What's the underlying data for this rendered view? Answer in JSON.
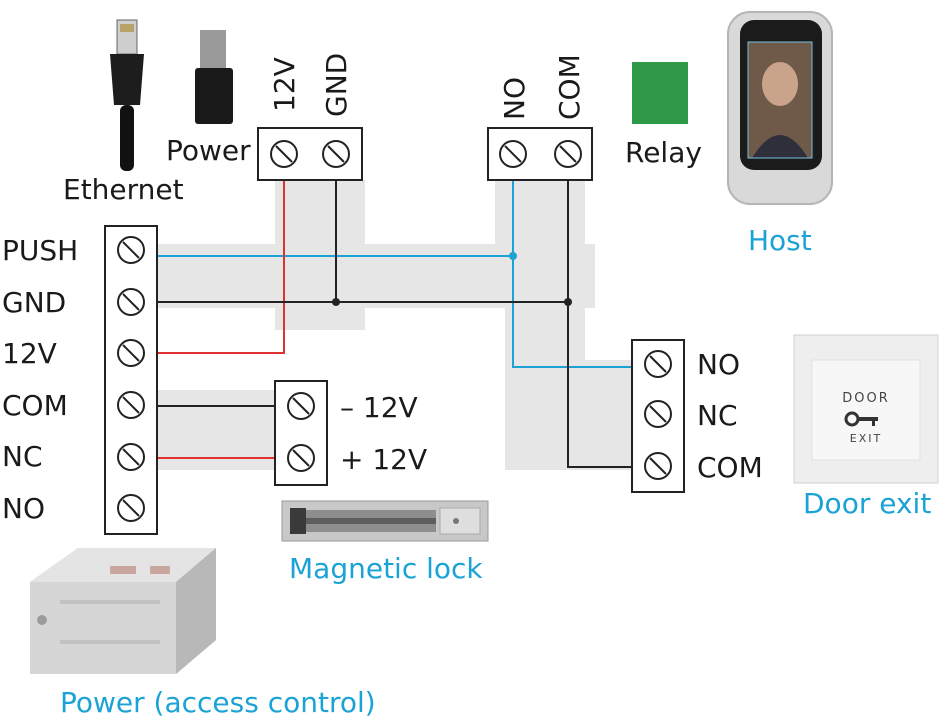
{
  "colors": {
    "accent_blue": "#1ba3d6",
    "power_red": "#e03030",
    "wire_black": "#222222",
    "relay_green": "#2e9a48",
    "band_gray": "#e6e6e6"
  },
  "top_labels": {
    "v12": "12V",
    "gnd": "GND",
    "no": "NO",
    "com": "COM"
  },
  "devices": {
    "ethernet": "Ethernet",
    "power": "Power",
    "relay": "Relay",
    "host": "Host",
    "magnetic_lock": "Magnetic lock",
    "door_exit": "Door exit",
    "power_access": "Power (access control)"
  },
  "controller_terminals": [
    "PUSH",
    "GND",
    "12V",
    "COM",
    "NC",
    "NO"
  ],
  "lock_terminals": [
    "– 12V",
    "+ 12V"
  ],
  "exit_terminals": [
    "NO",
    "NC",
    "COM"
  ],
  "door_exit_plate": {
    "text_top": "DOOR",
    "text_bottom": "EXIT"
  },
  "icons": [
    "ethernet-plug-icon",
    "dc-power-plug-icon",
    "host-device-icon",
    "door-exit-button-icon",
    "magnetic-lock-icon",
    "power-supply-box-icon"
  ]
}
